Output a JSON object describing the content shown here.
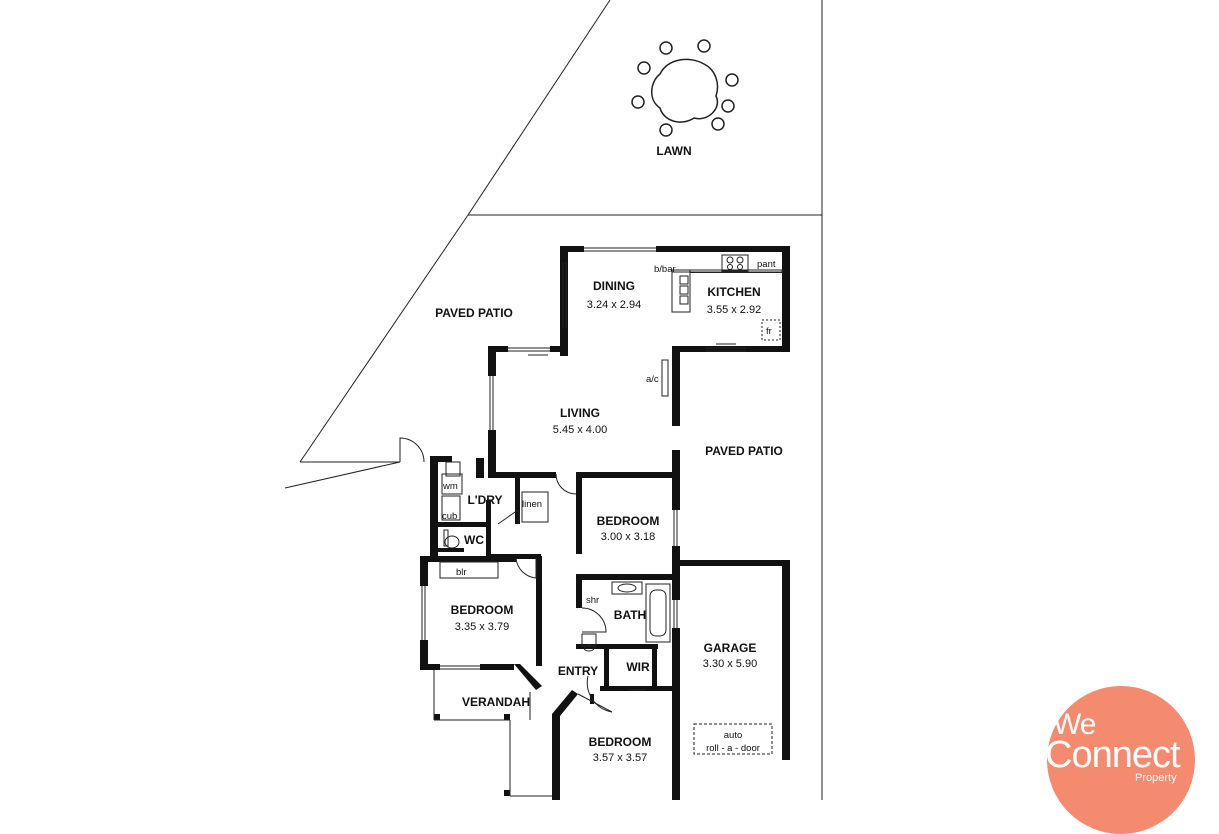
{
  "site": {
    "lawn": "LAWN",
    "paved_patio_left": "PAVED PATIO",
    "paved_patio_right": "PAVED PATIO",
    "verandah": "VERANDAH"
  },
  "rooms": {
    "dining": {
      "name": "DINING",
      "size": "3.24 x 2.94"
    },
    "kitchen": {
      "name": "KITCHEN",
      "size": "3.55 x 2.92"
    },
    "living": {
      "name": "LIVING",
      "size": "5.45 x 4.00"
    },
    "bedroom_center": {
      "name": "BEDROOM",
      "size": "3.00 x 3.18"
    },
    "bedroom_left": {
      "name": "BEDROOM",
      "size": "3.35 x 3.79"
    },
    "bedroom_bottom": {
      "name": "BEDROOM",
      "size": "3.57 x 3.57"
    },
    "garage": {
      "name": "GARAGE",
      "size": "3.30 x 5.90"
    },
    "laundry": {
      "name": "L'DRY"
    },
    "wc": {
      "name": "WC"
    },
    "bath": {
      "name": "BATH"
    },
    "wir": {
      "name": "WIR"
    },
    "entry": {
      "name": "ENTRY"
    }
  },
  "fixtures": {
    "bbar": "b/bar",
    "pant": "pant",
    "fr": "fr",
    "ac": "a/c",
    "wm": "wm",
    "cub": "cub",
    "linen": "linen",
    "blr": "blr",
    "shr": "shr",
    "garage_door_line1": "auto",
    "garage_door_line2": "roll - a - door"
  },
  "logo": {
    "line1": "We",
    "line2": "Connect",
    "line3": "Property",
    "color": "#f48b6f"
  }
}
